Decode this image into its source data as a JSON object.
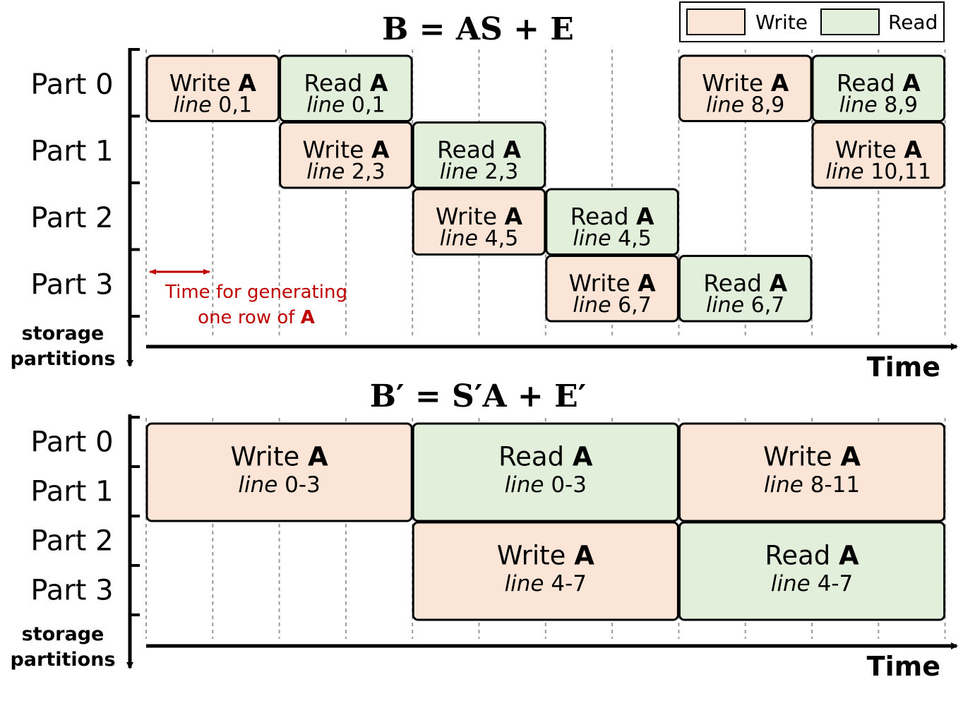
{
  "colors": {
    "write": "#fbe5d6",
    "read": "#e2efda",
    "stroke": "#000000",
    "annotation": "#c00000",
    "grid": "#9a9a9a"
  },
  "legend": {
    "write_label": "Write",
    "read_label": "Read"
  },
  "top": {
    "equation": "B = AS + E",
    "parts": [
      "Part 0",
      "Part 1",
      "Part 2",
      "Part 3"
    ],
    "axis_label_line1": "storage",
    "axis_label_line2": "partitions",
    "time_label": "Time",
    "annotation_line1": "Time for generating",
    "annotation_line2_prefix": "one row of ",
    "annotation_line2_bold": "A",
    "blocks": [
      {
        "kind": "write",
        "part": 0,
        "start": 0,
        "span": 2,
        "op": "Write",
        "matrix": "A",
        "line_word": "line",
        "lines": "0,1"
      },
      {
        "kind": "read",
        "part": 0,
        "start": 2,
        "span": 2,
        "op": "Read",
        "matrix": "A",
        "line_word": "line",
        "lines": "0,1"
      },
      {
        "kind": "write",
        "part": 0,
        "start": 8,
        "span": 2,
        "op": "Write",
        "matrix": "A",
        "line_word": "line",
        "lines": "8,9"
      },
      {
        "kind": "read",
        "part": 0,
        "start": 10,
        "span": 2,
        "op": "Read",
        "matrix": "A",
        "line_word": "line",
        "lines": "8,9"
      },
      {
        "kind": "write",
        "part": 1,
        "start": 2,
        "span": 2,
        "op": "Write",
        "matrix": "A",
        "line_word": "line",
        "lines": "2,3"
      },
      {
        "kind": "read",
        "part": 1,
        "start": 4,
        "span": 2,
        "op": "Read",
        "matrix": "A",
        "line_word": "line",
        "lines": "2,3"
      },
      {
        "kind": "write",
        "part": 1,
        "start": 10,
        "span": 2,
        "op": "Write",
        "matrix": "A",
        "line_word": "line",
        "lines": "10,11"
      },
      {
        "kind": "write",
        "part": 2,
        "start": 4,
        "span": 2,
        "op": "Write",
        "matrix": "A",
        "line_word": "line",
        "lines": "4,5"
      },
      {
        "kind": "read",
        "part": 2,
        "start": 6,
        "span": 2,
        "op": "Read",
        "matrix": "A",
        "line_word": "line",
        "lines": "4,5"
      },
      {
        "kind": "write",
        "part": 3,
        "start": 6,
        "span": 2,
        "op": "Write",
        "matrix": "A",
        "line_word": "line",
        "lines": "6,7"
      },
      {
        "kind": "read",
        "part": 3,
        "start": 8,
        "span": 2,
        "op": "Read",
        "matrix": "A",
        "line_word": "line",
        "lines": "6,7"
      }
    ]
  },
  "bottom": {
    "equation": "B′ = S′A + E′",
    "parts": [
      "Part 0",
      "Part 1",
      "Part 2",
      "Part 3"
    ],
    "axis_label_line1": "storage",
    "axis_label_line2": "partitions",
    "time_label": "Time",
    "blocks": [
      {
        "kind": "write",
        "part": 0,
        "start": 0,
        "span": 4,
        "op": "Write",
        "matrix": "A",
        "line_word": "line",
        "lines": "0-3"
      },
      {
        "kind": "read",
        "part": 0,
        "start": 4,
        "span": 4,
        "op": "Read",
        "matrix": "A",
        "line_word": "line",
        "lines": "0-3"
      },
      {
        "kind": "write",
        "part": 0,
        "start": 8,
        "span": 4,
        "op": "Write",
        "matrix": "A",
        "line_word": "line",
        "lines": "8-11"
      },
      {
        "kind": "write",
        "part": 2,
        "start": 4,
        "span": 4,
        "op": "Write",
        "matrix": "A",
        "line_word": "line",
        "lines": "4-7"
      },
      {
        "kind": "read",
        "part": 2,
        "start": 8,
        "span": 4,
        "op": "Read",
        "matrix": "A",
        "line_word": "line",
        "lines": "4-7"
      }
    ]
  }
}
